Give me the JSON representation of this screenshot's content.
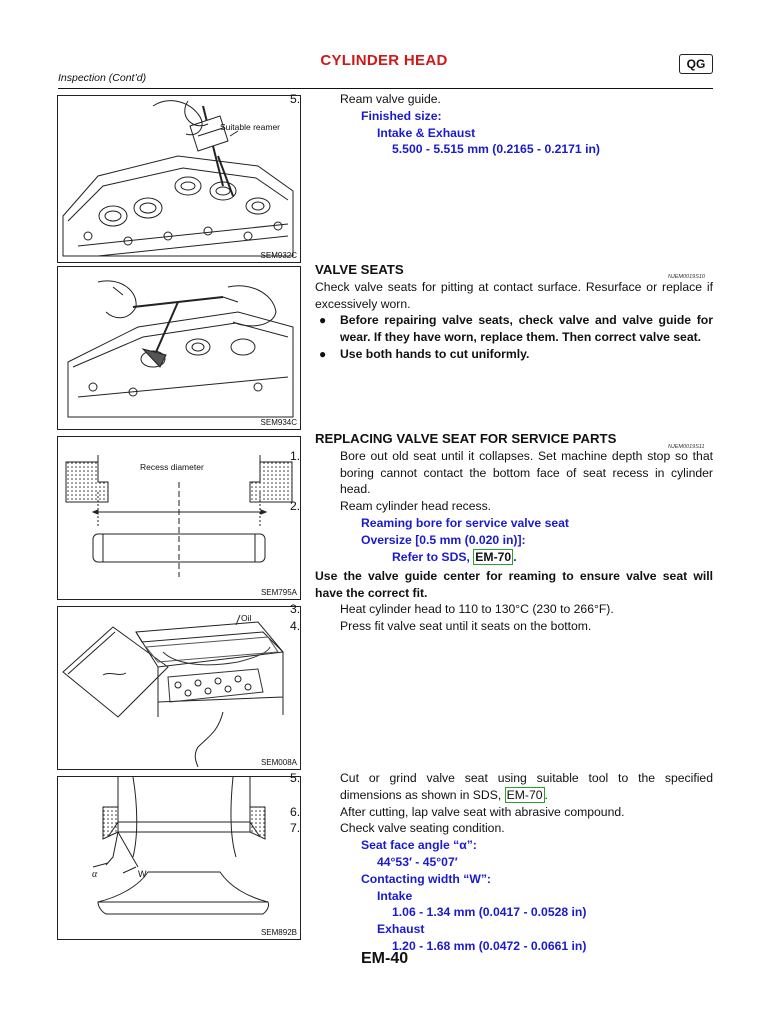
{
  "header": {
    "title": "CYLINDER HEAD",
    "badge": "QG",
    "subtitle": "Inspection (Cont’d)"
  },
  "figures": {
    "fig1": {
      "code": "SEM932C",
      "label": "Suitable reamer"
    },
    "fig2": {
      "code": "SEM934C"
    },
    "fig3": {
      "code": "SEM795A",
      "label": "Recess diameter"
    },
    "fig4": {
      "code": "SEM008A",
      "label": "Oil"
    },
    "fig5": {
      "code": "SEM892B",
      "label_alpha": "α",
      "label_w": "W"
    }
  },
  "ream": {
    "step_num": "5.",
    "step": "Ream valve guide.",
    "spec1": "Finished size:",
    "spec2": "Intake & Exhaust",
    "spec3": "5.500 - 5.515 mm (0.2165 - 0.2171 in)"
  },
  "valve_seats": {
    "heading": "VALVE SEATS",
    "code": "NJEM0019S10",
    "para": "Check valve seats for pitting at contact surface. Resurface or replace if excessively worn.",
    "bullet1": "Before repairing valve seats, check valve and valve guide for wear. If they have worn, replace them. Then correct valve seat.",
    "bullet2": "Use both hands to cut uniformly.",
    "bullet_mark": "●"
  },
  "replacing": {
    "heading": "REPLACING VALVE SEAT FOR SERVICE PARTS",
    "code": "NJEM0019S11",
    "s1_num": "1.",
    "s1": "Bore out old seat until it collapses. Set machine depth stop so that boring cannot contact the bottom face of seat recess in cylinder head.",
    "s2_num": "2.",
    "s2": "Ream cylinder head recess.",
    "spec1": "Reaming bore for service valve seat",
    "spec2": "Oversize [0.5 mm (0.020 in)]:",
    "spec3_pre": "Refer to SDS, ",
    "spec3_link": "EM-70",
    "spec3_post": ".",
    "note": "Use the valve guide center for reaming to ensure valve seat will have the correct fit.",
    "s3_num": "3.",
    "s3": "Heat cylinder head to 110 to 130°C (230 to 266°F).",
    "s4_num": "4.",
    "s4": "Press fit valve seat until it seats on the bottom."
  },
  "cutting": {
    "s5_num": "5.",
    "s5_pre": "Cut or grind valve seat using suitable tool to the specified dimensions as shown in SDS, ",
    "s5_link": "EM-70",
    "s5_post": ".",
    "s6_num": "6.",
    "s6": "After cutting, lap valve seat with abrasive compound.",
    "s7_num": "7.",
    "s7": "Check valve seating condition.",
    "spec1": "Seat face angle “α”:",
    "spec2": "44°53′ - 45°07′",
    "spec3": "Contacting width “W”:",
    "spec4": "Intake",
    "spec5": "1.06 - 1.34 mm (0.0417 - 0.0528 in)",
    "spec6": "Exhaust",
    "spec7": "1.20 - 1.68 mm (0.0472 - 0.0661 in)"
  },
  "footer": {
    "page": "EM-40"
  }
}
